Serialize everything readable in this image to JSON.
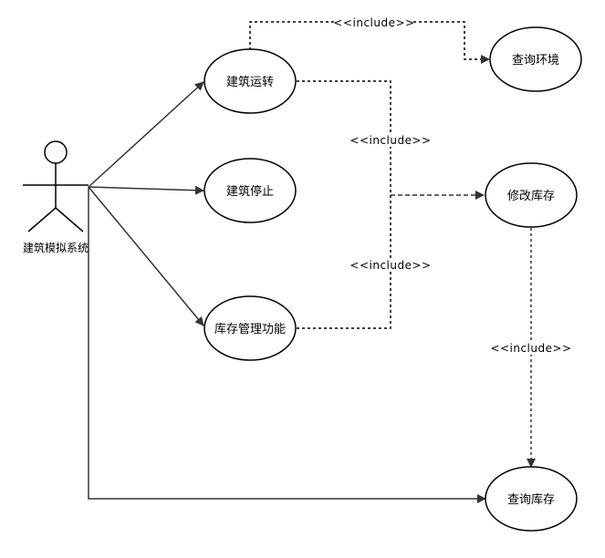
{
  "diagram": {
    "actor": {
      "label": "建筑模拟系统"
    },
    "use_cases": {
      "building_run": "建筑运转",
      "building_stop": "建筑停止",
      "inventory_mgmt": "库存管理功能",
      "query_env": "查询环境",
      "modify_inventory": "修改库存",
      "query_inventory": "查询库存"
    },
    "relations": {
      "include_run_env": "<<include>>",
      "include_run_modify": "<<include>>",
      "include_mgmt_modify": "<<include>>",
      "include_modify_query": "<<include>>"
    }
  }
}
